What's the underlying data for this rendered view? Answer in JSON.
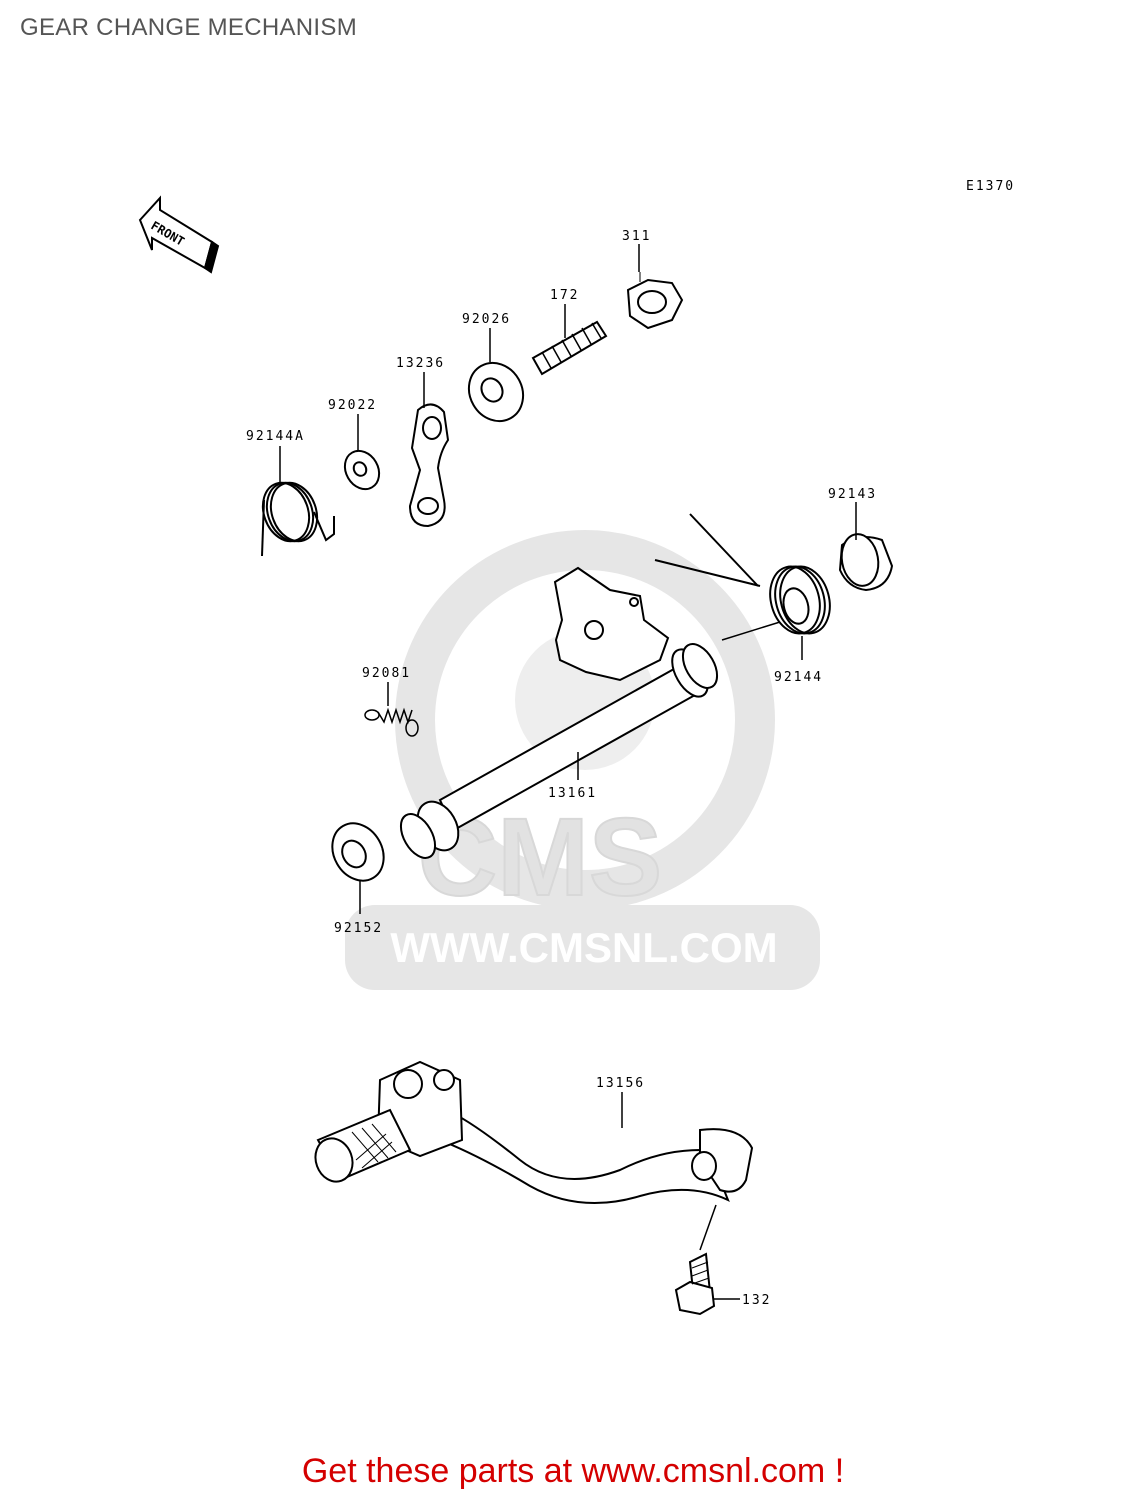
{
  "page": {
    "title": "GEAR CHANGE MECHANISM",
    "diagram_code": "E1370",
    "front_arrow_label": "FRONT",
    "cta": "Get these parts at www.cmsnl.com !"
  },
  "watermark": {
    "brand": "CMS",
    "url": "WWW.CMSNL.COM",
    "color": "#e6e6e6"
  },
  "parts": [
    {
      "number": "311",
      "name": "nut"
    },
    {
      "number": "172",
      "name": "stud"
    },
    {
      "number": "92026",
      "name": "collar"
    },
    {
      "number": "13236",
      "name": "shift-lever-link"
    },
    {
      "number": "92022",
      "name": "washer"
    },
    {
      "number": "92144A",
      "name": "torsion-spring"
    },
    {
      "number": "92143",
      "name": "collar"
    },
    {
      "number": "92144",
      "name": "spring"
    },
    {
      "number": "92081",
      "name": "spring"
    },
    {
      "number": "13161",
      "name": "shift-shaft"
    },
    {
      "number": "92152",
      "name": "oil-seal"
    },
    {
      "number": "13156",
      "name": "shift-pedal"
    },
    {
      "number": "132",
      "name": "bolt"
    }
  ],
  "colors": {
    "cta": "#d40000",
    "title": "#555555",
    "line": "#000000"
  }
}
